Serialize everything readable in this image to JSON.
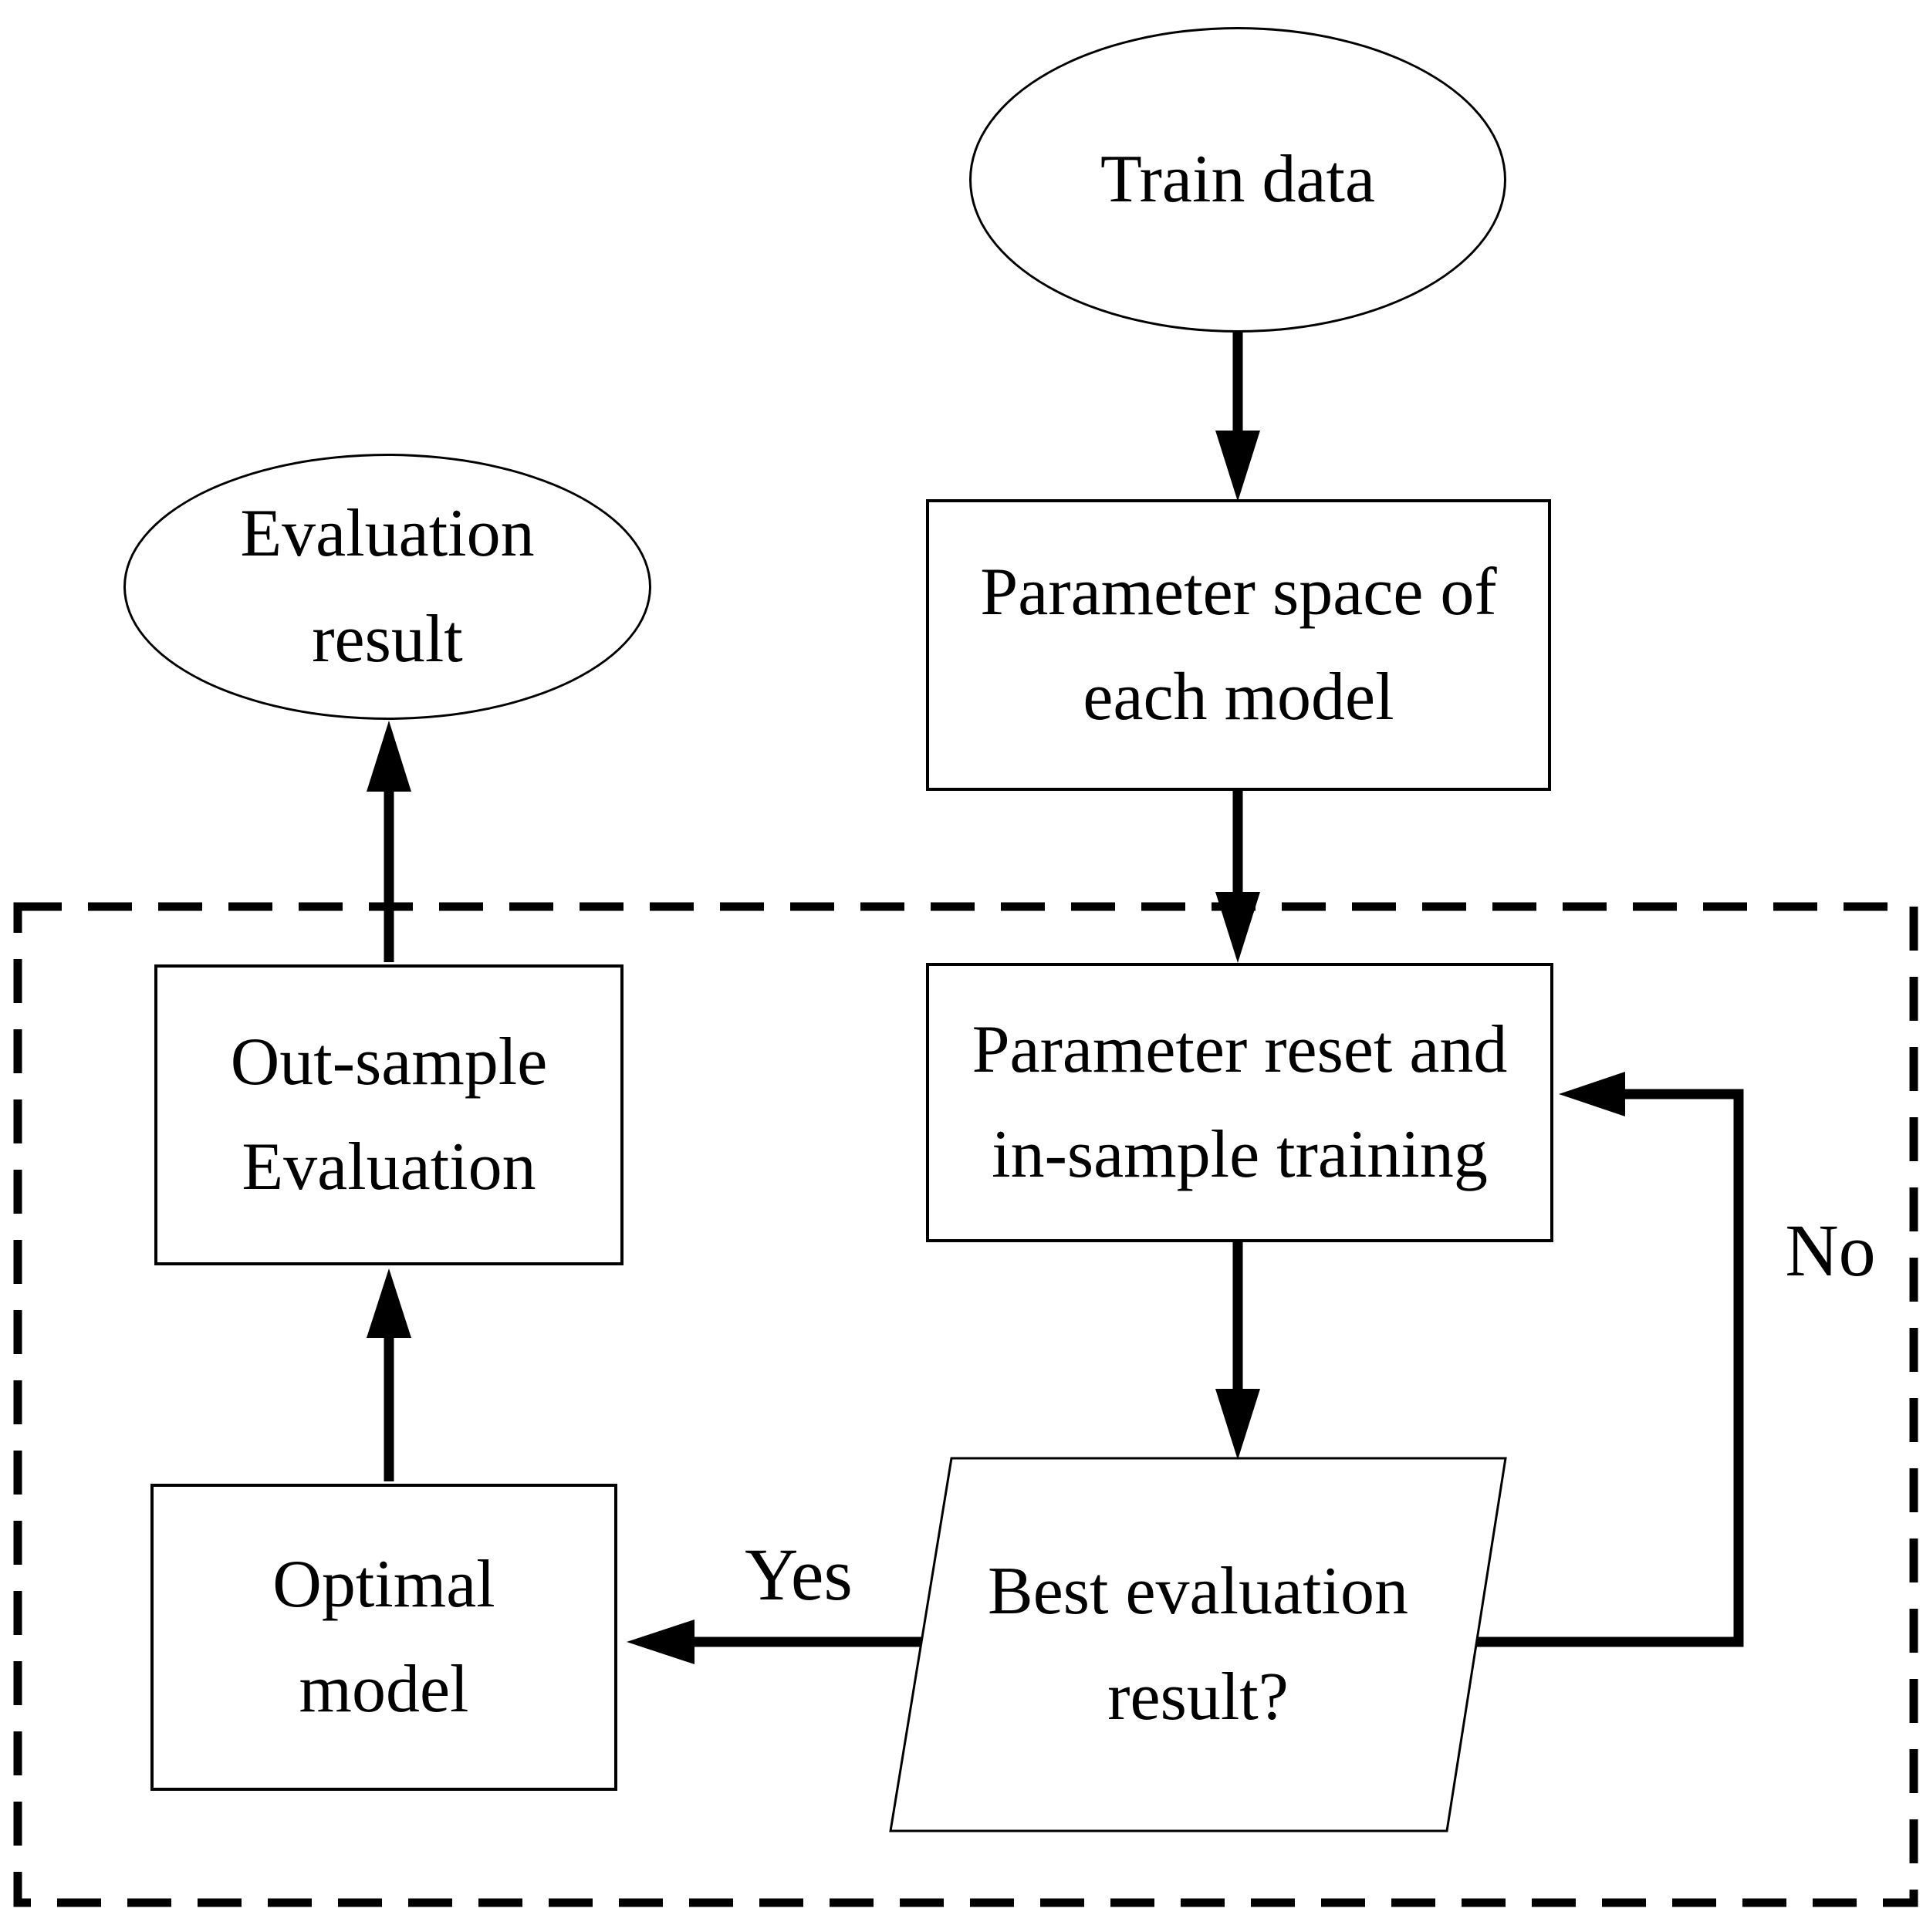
{
  "diagram": {
    "background": "#ffffff",
    "ink": "#000000",
    "nodes": {
      "train_data": {
        "shape": "ellipse",
        "lines": [
          "Train data"
        ]
      },
      "parameter_space": {
        "shape": "rectangle",
        "lines": [
          "Parameter space of",
          "each model"
        ]
      },
      "parameter_reset": {
        "shape": "rectangle",
        "lines": [
          "Parameter reset and",
          "in-sample training"
        ]
      },
      "best_evaluation": {
        "shape": "parallelogram",
        "lines": [
          "Best evaluation",
          "result?"
        ]
      },
      "optimal_model": {
        "shape": "rectangle",
        "lines": [
          "Optimal",
          "model"
        ]
      },
      "out_sample": {
        "shape": "rectangle",
        "lines": [
          "Out-sample",
          "Evaluation"
        ]
      },
      "evaluation_result": {
        "shape": "ellipse",
        "lines": [
          "Evaluation",
          "result"
        ]
      }
    },
    "edge_labels": {
      "yes": "Yes",
      "no": "No"
    }
  }
}
